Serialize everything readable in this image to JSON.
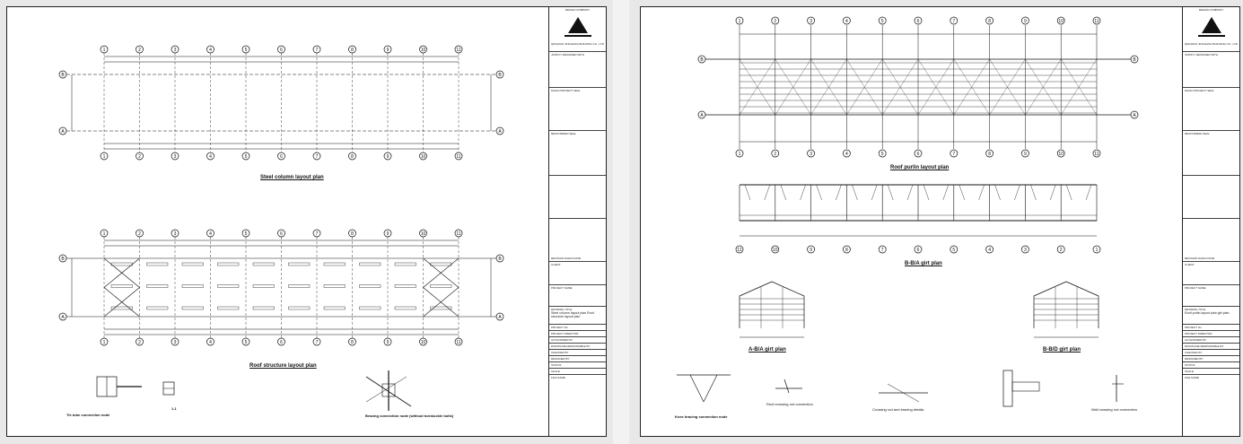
{
  "left_sheet": {
    "plan1_title": "Steel column layout plan",
    "plan2_title": "Roof structure layout plan",
    "detail1_title": "Tie tube connection node",
    "detail2_title": "1-1",
    "detail3_title": "Bracing connection node (without turnbuckle bolts)",
    "axis_numbers": [
      "1",
      "2",
      "3",
      "4",
      "5",
      "6",
      "7",
      "8",
      "9",
      "10",
      "11"
    ],
    "axis_letters": [
      "B",
      "A"
    ],
    "title_block": {
      "company_label": "DESIGN COMPANY",
      "company_name": "QINGDAO JINGGANG BUILDING CO., LTD",
      "jointly_label": "JOINTLY DESIGNED WITH",
      "seal_label": "DAIGN PROJECT SEAL",
      "registered_label": "REGISTERED SEAL",
      "revision_label": "REVISION  DAIGN     DATE",
      "client_label": "CLIENT",
      "project_label": "PROJECT NAME",
      "drawing_title_label": "DRAWING TITLE",
      "drawing_title": "Steel column layout plan  Roof structure layout plan",
      "rows": [
        "PROJECT No.",
        "PROJECT DIRECTOR",
        "AUTHORIZED BY",
        "DISCIPLINE RESPONSIBLE BY",
        "CHECKED BY",
        "DESIGNED BY",
        "STATUS",
        "SCALE",
        "FILE NAME"
      ]
    }
  },
  "right_sheet": {
    "plan1_title": "Roof purlin layout plan",
    "plan2_title": "B-B/A girt plan",
    "detail1_title": "A-B/A girt plan",
    "detail2_title": "B-B/D girt plan",
    "detail3_title": "Knee bracing connection node",
    "detail4_title": "Roof crossing rod connection",
    "detail5_title": "Crossing rod and bracing details",
    "detail6_title": "Wall crossing rod connection",
    "title_block": {
      "company_label": "DESIGN COMPANY",
      "company_name": "QINGDAO JINGGANG BUILDING CO., LTD",
      "jointly_label": "JOINTLY DESIGNED WITH",
      "seal_label": "DAIGN PROJECT SEAL",
      "registered_label": "REGISTERED SEAL",
      "revision_label": "REVISION  DAIGN     DATE",
      "client_label": "CLIENT",
      "project_label": "PROJECT NAME",
      "drawing_title_label": "DRAWING TITLE",
      "drawing_title": "Roof purlin layout plan  girt plan",
      "rows": [
        "PROJECT No.",
        "PROJECT DIRECTOR",
        "AUTHORIZED BY",
        "DISCIPLINE RESPONSIBLE BY",
        "CHECKED BY",
        "DESIGNED BY",
        "STATUS",
        "SCALE",
        "FILE NAME"
      ]
    }
  }
}
